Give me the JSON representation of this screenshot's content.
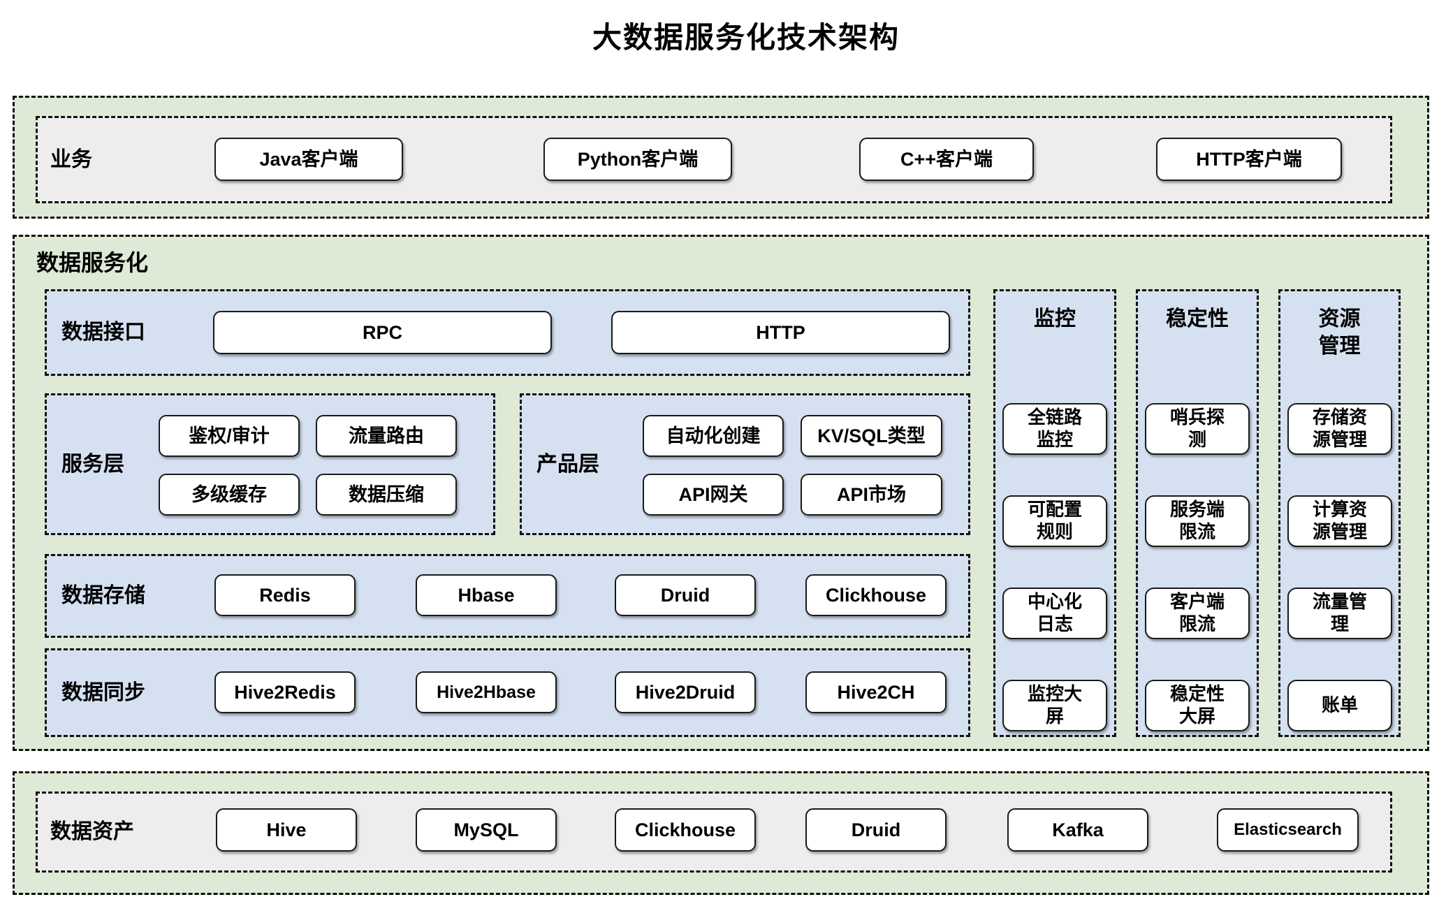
{
  "title": "大数据服务化技术架构",
  "colors": {
    "green": "#dee9d6",
    "blue": "#d5e1f1",
    "gray": "#ededed",
    "box_border": "#1a1a1a",
    "dash_border": "#111111"
  },
  "business_section": {
    "label": "业务",
    "clients": [
      "Java客户端",
      "Python客户端",
      "C++客户端",
      "HTTP客户端"
    ]
  },
  "service_section": {
    "label": "数据服务化",
    "interface_layer": {
      "label": "数据接口",
      "items": [
        "RPC",
        "HTTP"
      ]
    },
    "service_layer": {
      "label": "服务层",
      "items": [
        "鉴权/审计",
        "流量路由",
        "多级缓存",
        "数据压缩"
      ]
    },
    "product_layer": {
      "label": "产品层",
      "items": [
        "自动化创建",
        "KV/SQL类型",
        "API网关",
        "API市场"
      ]
    },
    "storage_layer": {
      "label": "数据存储",
      "items": [
        "Redis",
        "Hbase",
        "Druid",
        "Clickhouse"
      ]
    },
    "sync_layer": {
      "label": "数据同步",
      "items": [
        "Hive2Redis",
        "Hive2Hbase",
        "Hive2Druid",
        "Hive2CH"
      ]
    },
    "columns": [
      {
        "label": "监控",
        "items": [
          "全链路\n监控",
          "可配置\n规则",
          "中心化\n日志",
          "监控大\n屏"
        ]
      },
      {
        "label": "稳定性",
        "items": [
          "哨兵探\n测",
          "服务端\n限流",
          "客户端\n限流",
          "稳定性\n大屏"
        ]
      },
      {
        "label": "资源\n管理",
        "items": [
          "存储资\n源管理",
          "计算资\n源管理",
          "流量管\n理",
          "账单"
        ]
      }
    ]
  },
  "assets_section": {
    "label": "数据资产",
    "items": [
      "Hive",
      "MySQL",
      "Clickhouse",
      "Druid",
      "Kafka",
      "Elasticsearch"
    ]
  }
}
